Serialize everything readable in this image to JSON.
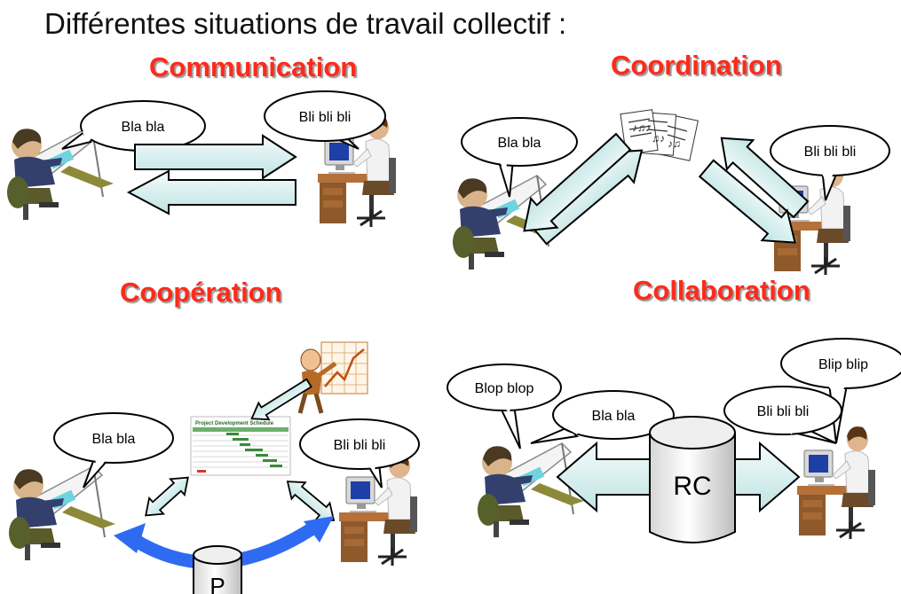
{
  "title": "Différentes situations de travail collectif :",
  "quadrants": {
    "communication": {
      "heading": "Communication",
      "bubbles": [
        "Bla bla",
        "Bli bli bli"
      ]
    },
    "coordination": {
      "heading": "Coordination",
      "bubbles": [
        "Bla bla",
        "Bli bli bli"
      ]
    },
    "cooperation": {
      "heading": "Coopération",
      "bubbles": [
        "Bla bla",
        "Bli bli bli"
      ],
      "schedule_title": "Project Development Schedule",
      "repository_label": "P"
    },
    "collaboration": {
      "heading": "Collaboration",
      "bubbles": [
        "Blop blop",
        "Bla bla",
        "Bli bli bli",
        "Blip blip"
      ],
      "repository_label": "RC"
    }
  },
  "colors": {
    "heading": "#ff2a1a",
    "arrow_fill": "#d9f0f0",
    "blue_arrow": "#2f6bf2"
  }
}
